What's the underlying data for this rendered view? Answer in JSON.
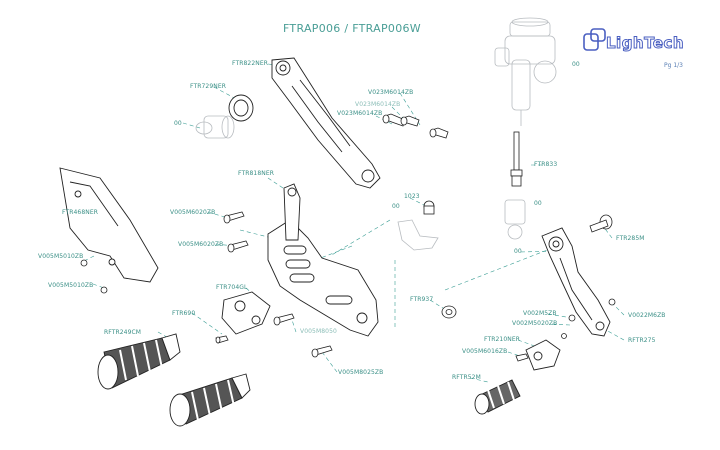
{
  "title": "FTRAP006 / FTRAP006W",
  "page_label": "Pg 1/3",
  "logo": {
    "text": "LighTech",
    "color": "#4a5fc1"
  },
  "colors": {
    "line": "#222222",
    "leader": "#3a9d94",
    "label": "#3a8f86",
    "ghost": "#b8bcc0"
  },
  "labels": {
    "ftr822ner": "FTR822NER",
    "ftr729ner": "FTR729NER",
    "oo_washer": "00",
    "v023_1": "V023M6014ZB",
    "v023_2": "V023M6014ZB",
    "v023_3": "V023M6014ZB",
    "oo_master": "00",
    "ftr833": "FTR833",
    "oo_rod": "00",
    "ftr818ner": "FTR818NER",
    "v005_1": "V005M6020ZB",
    "v005_2": "V005M6020ZB",
    "ftr468ner": "FTR468NER",
    "v005_3": "V005M5010ZB",
    "v005_4": "V005M5010ZB",
    "num1023": "1023",
    "oo_clip": "00",
    "ftr285": "FTR285M",
    "oo_link": "00",
    "ftr704": "FTR704GL",
    "ftr690": "FTR690",
    "rftr249": "RFTR249CM",
    "v005_5": "V005M8050",
    "v005_6": "V005M8025ZB",
    "ftr937": "FTR937",
    "v002_1": "V002M5ZB",
    "v002_2": "V002M5020ZB",
    "ftr210": "FTR210NER",
    "v005_7": "V005M6016ZB",
    "rftr52": "RFTR52M",
    "v002_3": "V0022M6ZB",
    "rftr275": "RFTR275"
  }
}
